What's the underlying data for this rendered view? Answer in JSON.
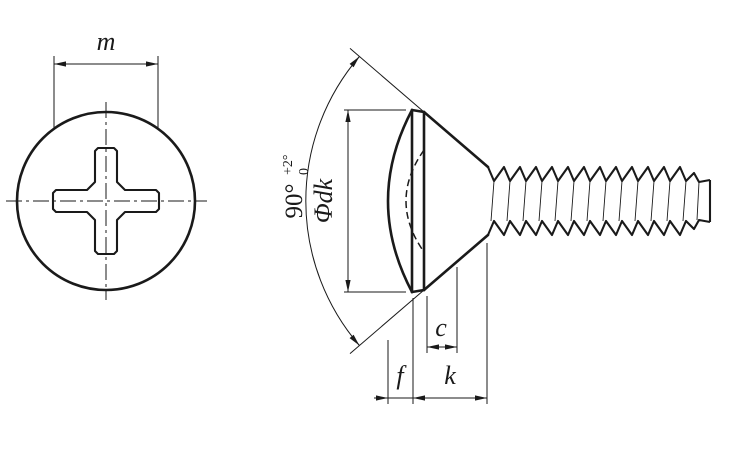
{
  "front_view": {
    "dim_m_label": "m"
  },
  "side_view": {
    "dim_dk_label": "Φdk",
    "angle_label": "90°",
    "angle_tolerance_upper": "+2°",
    "angle_tolerance_lower": "0",
    "dim_c_label": "c",
    "dim_f_label": "f",
    "dim_k_label": "k"
  },
  "colors": {
    "line": "#1a1a1a",
    "background": "#ffffff"
  }
}
